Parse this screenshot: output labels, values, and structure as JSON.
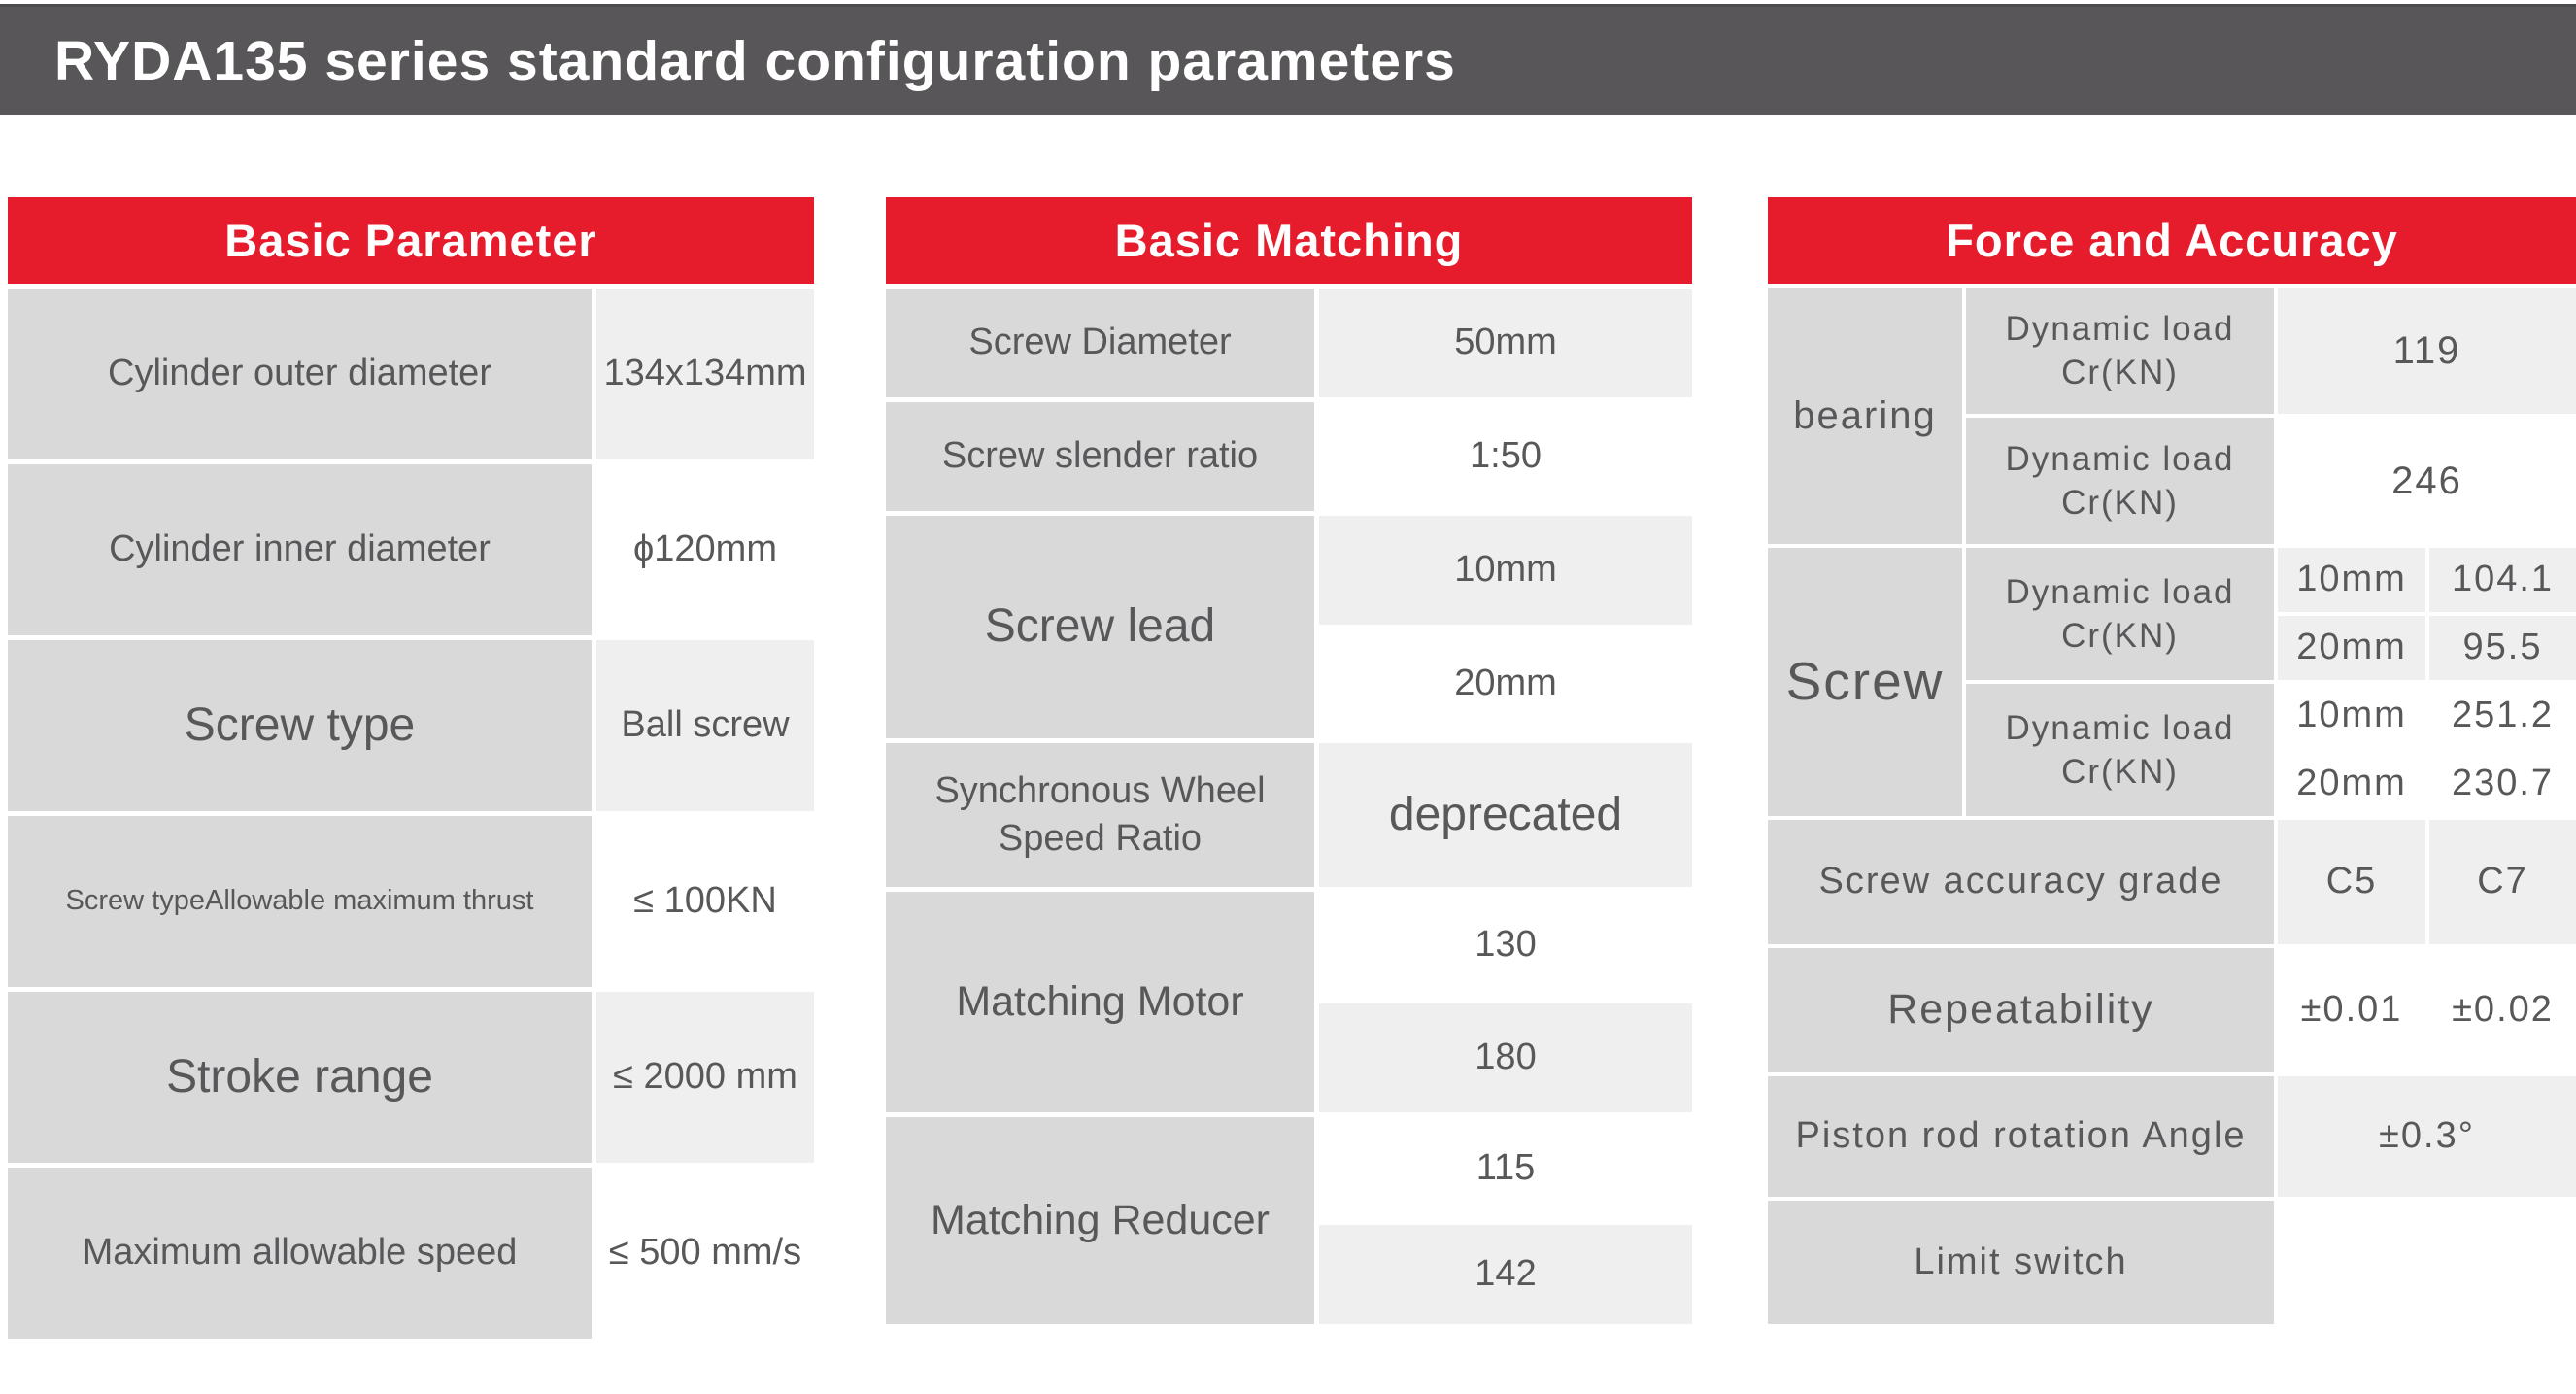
{
  "title": "RYDA135 series standard configuration parameters",
  "colors": {
    "title_bar_bg": "#585658",
    "header_red": "#e61b2c",
    "label_gray": "#d9d9d9",
    "value_light_gray": "#efefef",
    "value_white": "#ffffff",
    "text_gray": "#58585a"
  },
  "tables": {
    "basic_parameter": {
      "header": "Basic Parameter",
      "rows": [
        {
          "label": "Cylinder outer diameter",
          "value": "134x134mm"
        },
        {
          "label": "Cylinder inner diameter",
          "value": "ϕ120mm"
        },
        {
          "label": "Screw type",
          "value": "Ball screw"
        },
        {
          "label": "Screw typeAllowable maximum thrust",
          "value": "≤ 100KN"
        },
        {
          "label": "Stroke range",
          "value": "≤ 2000 mm"
        },
        {
          "label": "Maximum allowable speed",
          "value": "≤ 500 mm/s"
        }
      ]
    },
    "basic_matching": {
      "header": "Basic Matching",
      "screw_diameter": {
        "label": "Screw Diameter",
        "value": "50mm"
      },
      "screw_slender_ratio": {
        "label": "Screw slender ratio",
        "value": "1:50"
      },
      "screw_lead": {
        "label": "Screw lead",
        "values": [
          "10mm",
          "20mm"
        ]
      },
      "sync_wheel_speed_ratio": {
        "label": "Synchronous Wheel Speed Ratio",
        "value": "deprecated"
      },
      "matching_motor": {
        "label": "Matching Motor",
        "values": [
          "130",
          "180"
        ]
      },
      "matching_reducer": {
        "label": "Matching Reducer",
        "values": [
          "115",
          "142"
        ]
      }
    },
    "force_accuracy": {
      "header": "Force and Accuracy",
      "bearing": {
        "label": "bearing",
        "rows": [
          {
            "label": "Dynamic load Cr(KN)",
            "value": "119"
          },
          {
            "label": "Dynamic load Cr(KN)",
            "value": "246"
          }
        ]
      },
      "screw": {
        "label": "Screw",
        "groups": [
          {
            "label": "Dynamic load Cr(KN)",
            "rows": [
              {
                "lead": "10mm",
                "value": "104.1"
              },
              {
                "lead": "20mm",
                "value": "95.5"
              }
            ]
          },
          {
            "label": "Dynamic load Cr(KN)",
            "rows": [
              {
                "lead": "10mm",
                "value": "251.2"
              },
              {
                "lead": "20mm",
                "value": "230.7"
              }
            ]
          }
        ]
      },
      "screw_accuracy_grade": {
        "label": "Screw accuracy grade",
        "values": [
          "C5",
          "C7"
        ]
      },
      "repeatability": {
        "label": "Repeatability",
        "values": [
          "±0.01",
          "±0.02"
        ]
      },
      "piston_rod_rotation_angle": {
        "label": "Piston rod rotation Angle",
        "value": "±0.3°"
      },
      "limit_switch": {
        "label": "Limit switch",
        "value": ""
      }
    }
  }
}
